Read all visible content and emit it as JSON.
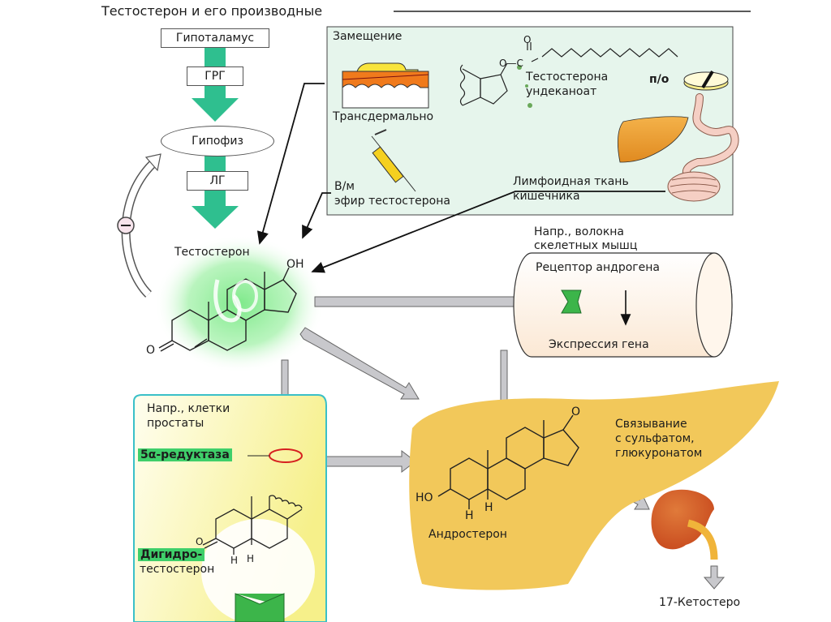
{
  "title": "Тестостерон и его производные",
  "axis": {
    "hypothalamus": "Гипоталамус",
    "grh": "ГРГ",
    "pituitary": "Гипофиз",
    "lh": "ЛГ",
    "feedback_sign": "−"
  },
  "replacement": {
    "heading": "Замещение",
    "transdermal": "Трансдермально",
    "im_line1": "В/м",
    "im_line2": "эфир тестостерона",
    "undecanoate_line1": "Тестостерона",
    "undecanoate_line2": "ундеканоат",
    "oral": "п/о",
    "lymph_line1": "Лимфоидная ткань",
    "lymph_line2": "кишечника",
    "ester_o_top": "O",
    "ester_o_c": "O—C"
  },
  "testosterone": {
    "label": "Тестостерон",
    "oh": "OH",
    "o": "O"
  },
  "muscle": {
    "line1": "Напр., волокна",
    "line2": "скелетных мышц",
    "receptor": "Рецептор андрогена",
    "expression": "Экспрессия гена"
  },
  "prostate": {
    "line1": "Напр., клетки",
    "line2": "простаты",
    "enzyme": "5α-редуктаза",
    "dht_line1": "Дигидро-",
    "dht_line2": "тестостерон",
    "h1": "H",
    "h2": "H",
    "o": "O"
  },
  "liver": {
    "androsterone": "Андростерон",
    "ho": "HO",
    "h1": "H",
    "h2": "H",
    "o": "O",
    "conj_line1": "Связывание",
    "conj_line2": "с сульфатом,",
    "conj_line3": "глюкуронатом"
  },
  "kidney": {
    "output": "17-Кетостеро"
  },
  "colors": {
    "hormone_arrow": "#2fbf8f",
    "replacement_bg": "#e6f5ec",
    "liver": "#f2c85a",
    "prostate_bg": "#fbf7b8",
    "receptor": "#3cb54a",
    "enzyme_ring": "#d62020",
    "gray_arrow": "#c8c8cc"
  }
}
